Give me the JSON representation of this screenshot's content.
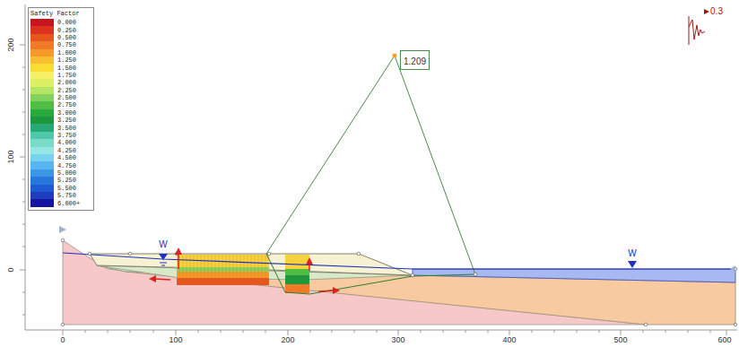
{
  "diagram": {
    "nodes": [
      {
        "text": [
          "1.209"
        ]
      }
    ],
    "labels": [
      "Safety Factor",
      "200",
      "100",
      "0",
      "0",
      "100",
      "200",
      "300",
      "400",
      "500",
      "600",
      "W",
      "W",
      "0.3"
    ],
    "legend": [
      {
        "text": "0.000",
        "color": "#c8141e"
      },
      {
        "text": "0.250",
        "color": "#dc321e"
      },
      {
        "text": "0.500",
        "color": "#e8561e"
      },
      {
        "text": "0.750",
        "color": "#f07a28"
      },
      {
        "text": "1.000",
        "color": "#f59a28"
      },
      {
        "text": "1.250",
        "color": "#f8be32"
      },
      {
        "text": "1.500",
        "color": "#fadc32"
      },
      {
        "text": "1.750",
        "color": "#f8f064"
      },
      {
        "text": "2.000",
        "color": "#dcf064"
      },
      {
        "text": "2.250",
        "color": "#b4e664"
      },
      {
        "text": "2.500",
        "color": "#82d25a"
      },
      {
        "text": "2.750",
        "color": "#50be46"
      },
      {
        "text": "3.000",
        "color": "#28aa3c"
      },
      {
        "text": "3.250",
        "color": "#1e963c"
      },
      {
        "text": "3.500",
        "color": "#28aa78"
      },
      {
        "text": "3.750",
        "color": "#50c8aa"
      },
      {
        "text": "4.000",
        "color": "#78dcc8"
      },
      {
        "text": "4.250",
        "color": "#96e6e6"
      },
      {
        "text": "4.500",
        "color": "#78d2f0"
      },
      {
        "text": "4.750",
        "color": "#5ab4f0"
      },
      {
        "text": "5.000",
        "color": "#3c96e6"
      },
      {
        "text": "5.250",
        "color": "#2878dc"
      },
      {
        "text": "5.500",
        "color": "#1e5ad2"
      },
      {
        "text": "5.750",
        "color": "#1e3cbe"
      },
      {
        "text": "6.000+",
        "color": "#1414a0"
      }
    ]
  }
}
